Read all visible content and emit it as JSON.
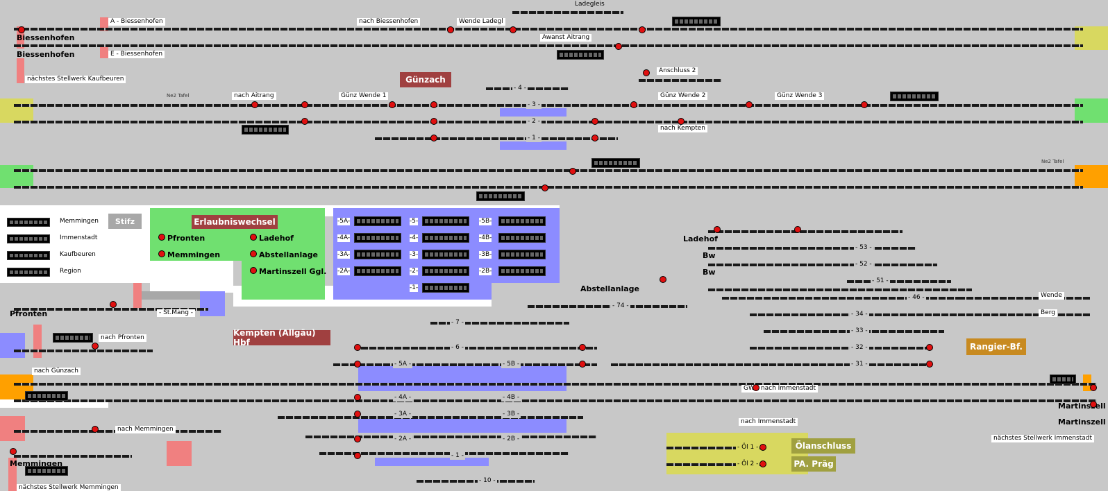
{
  "stations": {
    "biessenhofen_1": "Biessenhofen",
    "biessenhofen_2": "Biessenhofen",
    "pfronten": "Pfronten",
    "memmingen": "Memmingen",
    "martinszell_1": "Martinszell",
    "martinszell_2": "Martinszell"
  },
  "labels": {
    "a_biessenhofen": "A - Biessenhofen",
    "e_biessenhofen": "E - Biessenhofen",
    "next_kaufbeuren": "nächstes Stellwerk Kaufbeuren",
    "nach_biessenhofen": "nach Biessenhofen",
    "wende_ladegl": "Wende Ladegl",
    "ladegleis": "Ladegleis",
    "awanst_aitrang": "Awanst Aitrang",
    "anschluss_2": "Anschluss 2",
    "ne2_tafel_1": "Ne2 Tafel",
    "ne2_tafel_2": "Ne2 Tafel",
    "nach_aitrang": "nach Aitrang",
    "gunz_wende_1": "Günz Wende 1",
    "gunz_wende_2": "Günz Wende 2",
    "gunz_wende_3": "Günz Wende 3",
    "nach_kempten": "nach Kempten",
    "nach_pfronten": "nach Pfronten",
    "nach_gunzach": "nach Günzach",
    "nach_memmingen": "nach Memmingen",
    "next_memmingen": "nächstes Stellwerk Memmingen",
    "st_mang": "- St.Mang -",
    "gwb_immenstadt": "GWB nach Immenstadt",
    "nach_immenstadt": "nach Immenstadt",
    "next_immenstadt": "nächstes Stellwerk Immenstadt",
    "wende": "Wende",
    "berg": "Berg",
    "ladehof": "Ladehof",
    "bw_1": "Bw",
    "bw_2": "Bw",
    "abstellanlage": "Abstellanlage"
  },
  "panels": {
    "gunzach": "Günzach",
    "kempten": "Kempten (Allgäu) Hbf",
    "stiftz": "Stifz",
    "erlaubniswechsel": "Erlaubniswechsel",
    "rangier_bf": "Rangier-Bf.",
    "olanschluss": "Ölanschluss",
    "pa_prag": "PA. Präg"
  },
  "legend": [
    "Memmingen",
    "Immenstadt",
    "Kaufbeuren",
    "Region"
  ],
  "erlaubnis": {
    "left": [
      "Pfronten",
      "Memmingen"
    ],
    "right": [
      "Ladehof",
      "Abstellanlage",
      "Martinszell Ggl."
    ]
  },
  "track_groups": {
    "col1": [
      "-5A-",
      "-4A-",
      "-3A-",
      "-2A-"
    ],
    "col2": [
      "-5-",
      "-4-",
      "-3-",
      "-2-",
      "-1-"
    ],
    "col3": [
      "-5B-",
      "-4B-",
      "-3B-",
      "-2B-"
    ]
  },
  "gunz_tracks": [
    "- 4 -",
    "- 3 -",
    "- 2 -",
    "- 1 -"
  ],
  "kempten_tracks": [
    "- 7 -",
    "- 6 -",
    "- 5A -",
    "- 5B -",
    "- 4A -",
    "- 4B -",
    "- 3A -",
    "- 3B -",
    "- 2A -",
    "- 2B -",
    "- 1 -",
    "- 10 -",
    "- 74 -"
  ],
  "yard_tracks": [
    "- 53 -",
    "- 52 -",
    "- 51 -",
    "- 46 -",
    "- 34 -",
    "- 33 -",
    "- 32 -",
    "- 31 -"
  ],
  "oil_tracks": [
    "- Öl 1 -",
    "- Öl 2 -"
  ],
  "colors": {
    "bg": "#c8c8c8",
    "track": "#1a1a1a",
    "red": "#e01010",
    "green": "#70e070",
    "blue": "#8c8cff",
    "yellow": "#d8d860",
    "orange": "#ffa000",
    "pink": "#f08080",
    "panel": "#a04040",
    "olive": "#a0a040"
  }
}
